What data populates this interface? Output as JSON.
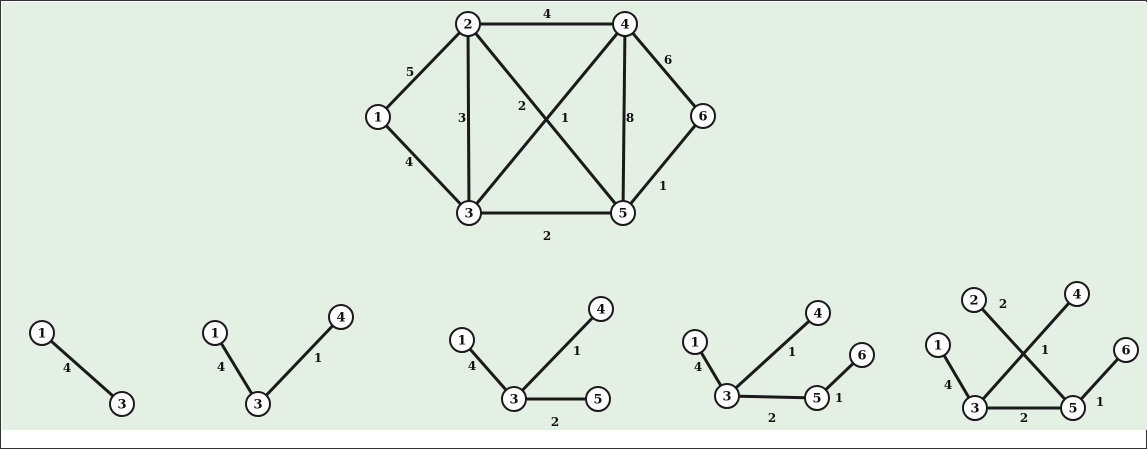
{
  "colors": {
    "background": "#e4f0e3",
    "edge": "#1a1a1a",
    "node_fill": "#ffffff"
  },
  "graphs": [
    {
      "id": "full-graph",
      "nodes": [
        "1",
        "2",
        "3",
        "4",
        "5",
        "6"
      ],
      "edges": [
        {
          "from": "1",
          "to": "2",
          "weight": "5"
        },
        {
          "from": "1",
          "to": "3",
          "weight": "4"
        },
        {
          "from": "2",
          "to": "3",
          "weight": "3"
        },
        {
          "from": "2",
          "to": "4",
          "weight": "4"
        },
        {
          "from": "2",
          "to": "5",
          "weight": "2"
        },
        {
          "from": "3",
          "to": "4",
          "weight": "1"
        },
        {
          "from": "3",
          "to": "5",
          "weight": "2"
        },
        {
          "from": "4",
          "to": "5",
          "weight": "8"
        },
        {
          "from": "4",
          "to": "6",
          "weight": "6"
        },
        {
          "from": "5",
          "to": "6",
          "weight": "1"
        }
      ]
    },
    {
      "id": "step-1",
      "nodes": [
        "1",
        "3"
      ],
      "edges": [
        {
          "from": "1",
          "to": "3",
          "weight": "4"
        }
      ]
    },
    {
      "id": "step-2",
      "nodes": [
        "1",
        "3",
        "4"
      ],
      "edges": [
        {
          "from": "1",
          "to": "3",
          "weight": "4"
        },
        {
          "from": "3",
          "to": "4",
          "weight": "1"
        }
      ]
    },
    {
      "id": "step-3",
      "nodes": [
        "1",
        "3",
        "4",
        "5"
      ],
      "edges": [
        {
          "from": "1",
          "to": "3",
          "weight": "4"
        },
        {
          "from": "3",
          "to": "4",
          "weight": "1"
        },
        {
          "from": "3",
          "to": "5",
          "weight": "2"
        }
      ]
    },
    {
      "id": "step-4",
      "nodes": [
        "1",
        "3",
        "4",
        "5",
        "6"
      ],
      "edges": [
        {
          "from": "1",
          "to": "3",
          "weight": "4"
        },
        {
          "from": "3",
          "to": "4",
          "weight": "1"
        },
        {
          "from": "3",
          "to": "5",
          "weight": "2"
        },
        {
          "from": "5",
          "to": "6",
          "weight": "1"
        }
      ]
    },
    {
      "id": "step-5",
      "nodes": [
        "1",
        "2",
        "3",
        "4",
        "5",
        "6"
      ],
      "edges": [
        {
          "from": "1",
          "to": "3",
          "weight": "4"
        },
        {
          "from": "2",
          "to": "5",
          "weight": "2"
        },
        {
          "from": "3",
          "to": "4",
          "weight": "1"
        },
        {
          "from": "3",
          "to": "5",
          "weight": "2"
        },
        {
          "from": "5",
          "to": "6",
          "weight": "1"
        }
      ]
    }
  ]
}
